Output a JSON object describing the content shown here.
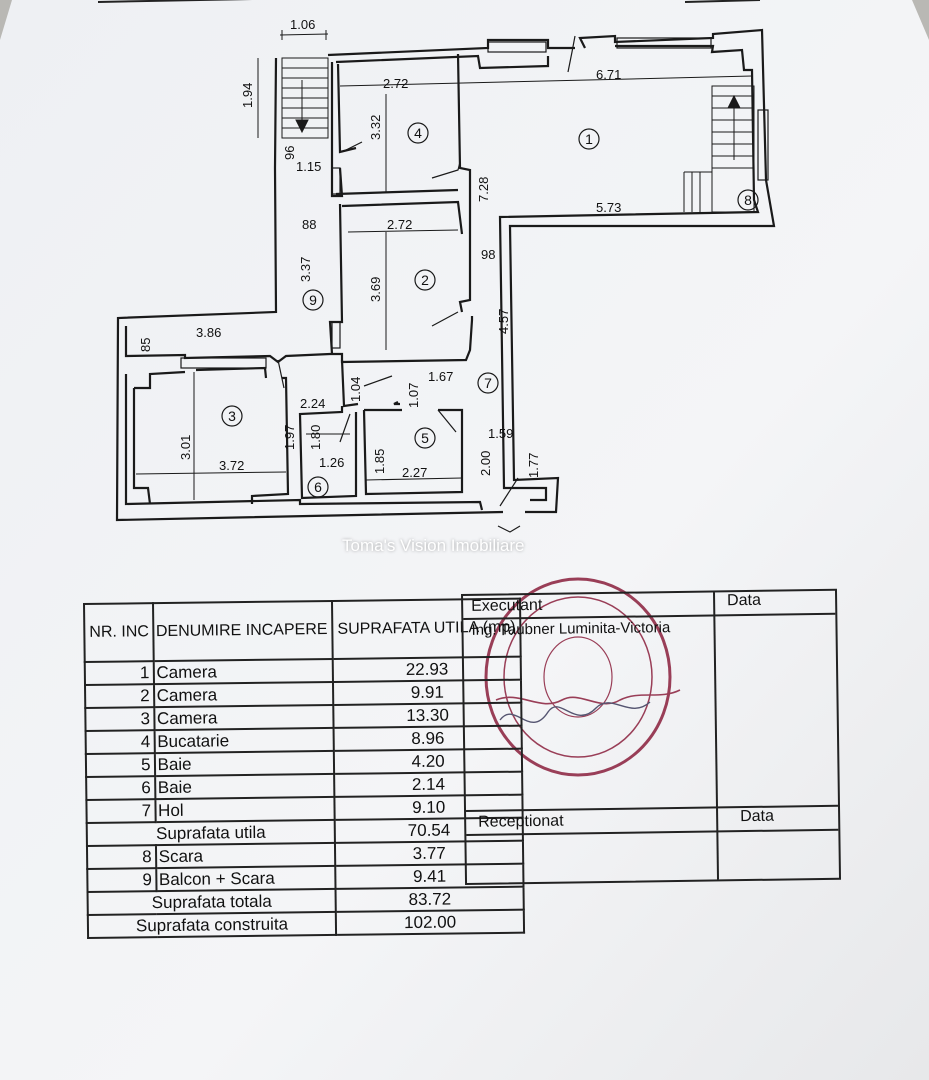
{
  "plan": {
    "dimensions": [
      "1.06",
      "1.94",
      "2.72",
      "6.71",
      "3.32",
      "96",
      "1.15",
      "7.28",
      "5.73",
      "88",
      "2.72",
      "98",
      "3.37",
      "3.69",
      "4.57",
      "85",
      "3.86",
      "1.04",
      "1.07",
      "1.67",
      "2.24",
      "1.80",
      "1.97",
      "3.01",
      "3.72",
      "1.26",
      "1.85",
      "2.27",
      "2.00",
      "1.59",
      "1.77"
    ],
    "room_markers": [
      "1",
      "2",
      "3",
      "4",
      "5",
      "6",
      "7",
      "8",
      "9"
    ]
  },
  "watermark": "Toma's Vision Imobiliare",
  "area_table": {
    "headers": {
      "nr": "NR. INC",
      "name": "DENUMIRE INCAPERE",
      "area": "SUPRAFATA UTILA (mp)"
    },
    "rows": [
      {
        "nr": "1",
        "name": "Camera",
        "area": "22.93"
      },
      {
        "nr": "2",
        "name": "Camera",
        "area": "9.91"
      },
      {
        "nr": "3",
        "name": "Camera",
        "area": "13.30"
      },
      {
        "nr": "4",
        "name": "Bucatarie",
        "area": "8.96"
      },
      {
        "nr": "5",
        "name": "Baie",
        "area": "4.20"
      },
      {
        "nr": "6",
        "name": "Baie",
        "area": "2.14"
      },
      {
        "nr": "7",
        "name": "Hol",
        "area": "9.10"
      }
    ],
    "subtotal": {
      "label": "Suprafata utila",
      "area": "70.54"
    },
    "rows2": [
      {
        "nr": "8",
        "name": "Scara",
        "area": "3.77"
      },
      {
        "nr": "9",
        "name": "Balcon  +  Scara",
        "area": "9.41"
      }
    ],
    "total": {
      "label": "Suprafata totala",
      "area": "83.72"
    },
    "built": {
      "label": "Suprafata construita",
      "area": "102.00"
    }
  },
  "signature_box": {
    "executant_label": "Executant",
    "data_label_1": "Data",
    "executant_name": "Ing. Taubner Luminita-Victoria",
    "receptionat_label": "Receptionat",
    "data_label_2": "Data"
  },
  "colors": {
    "stamp": "#8a1f3c",
    "ink": "#111111",
    "paper": "#f2f3f5"
  }
}
